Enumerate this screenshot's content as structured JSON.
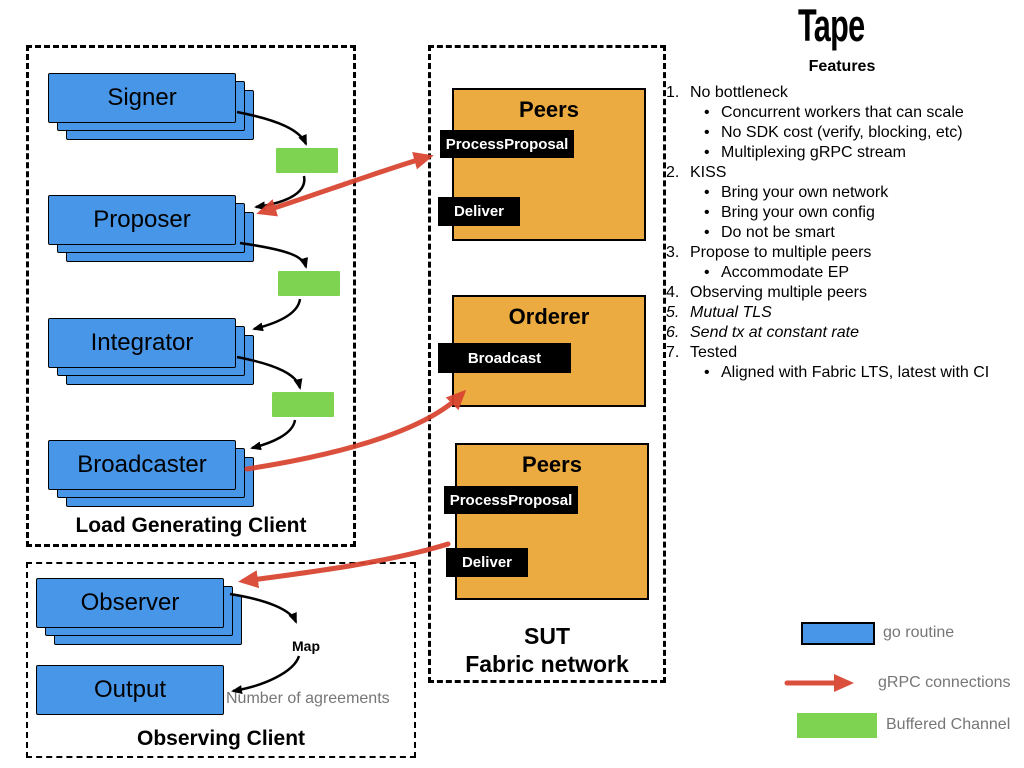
{
  "title": "Tape",
  "colors": {
    "blue": "#4796e8",
    "orange": "#ebab40",
    "green": "#7ed351",
    "red": "#d8432f",
    "gray": "#767676"
  },
  "load_client": {
    "label": "Load Generating Client",
    "stages": [
      "Signer",
      "Proposer",
      "Integrator",
      "Broadcaster"
    ]
  },
  "sut": {
    "line1": "SUT",
    "line2": "Fabric network",
    "peers_top": {
      "title": "Peers",
      "op1": "ProcessProposal",
      "op2": "Deliver"
    },
    "orderer": {
      "title": "Orderer",
      "op1": "Broadcast"
    },
    "peers_bottom": {
      "title": "Peers",
      "op1": "ProcessProposal",
      "op2": "Deliver"
    }
  },
  "observing": {
    "label": "Observing Client",
    "observer": "Observer",
    "output": "Output",
    "map": "Map",
    "note": "Number of agreements"
  },
  "features": {
    "heading": "Features",
    "items": [
      {
        "marker": "1.",
        "text": "No bottleneck"
      },
      {
        "marker": "•",
        "text": "Concurrent workers that can scale"
      },
      {
        "marker": "•",
        "text": "No SDK cost (verify, blocking, etc)"
      },
      {
        "marker": "•",
        "text": "Multiplexing gRPC stream"
      },
      {
        "marker": "2.",
        "text": "KISS"
      },
      {
        "marker": "•",
        "text": "Bring your own network"
      },
      {
        "marker": "•",
        "text": "Bring your own config"
      },
      {
        "marker": "•",
        "text": "Do not be smart"
      },
      {
        "marker": "3.",
        "text": "Propose to multiple peers"
      },
      {
        "marker": "•",
        "text": "Accommodate EP"
      },
      {
        "marker": "4.",
        "text": "Observing multiple peers"
      },
      {
        "marker": "5.",
        "text": "Mutual TLS"
      },
      {
        "marker": "6.",
        "text": "Send tx at constant rate"
      },
      {
        "marker": "7.",
        "text": "Tested"
      },
      {
        "marker": "•",
        "text": "Aligned with Fabric LTS, latest with CI"
      }
    ]
  },
  "legend": {
    "go_routine": "go routine",
    "grpc": "gRPC connections",
    "buffered": "Buffered Channel"
  }
}
